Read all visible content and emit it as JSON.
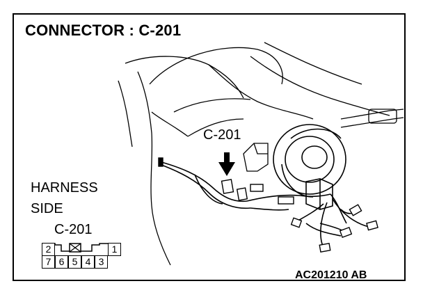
{
  "diagram": {
    "title": "CONNECTOR : C-201",
    "callout_label": "C-201",
    "harness_side": {
      "line1": "HARNESS",
      "line2": "SIDE",
      "connector": "C-201"
    },
    "pinout": {
      "top_row": [
        "2",
        "",
        "1"
      ],
      "bottom_row": [
        "7",
        "6",
        "5",
        "4",
        "3"
      ]
    },
    "figure_ref": "AC201210 AB"
  }
}
